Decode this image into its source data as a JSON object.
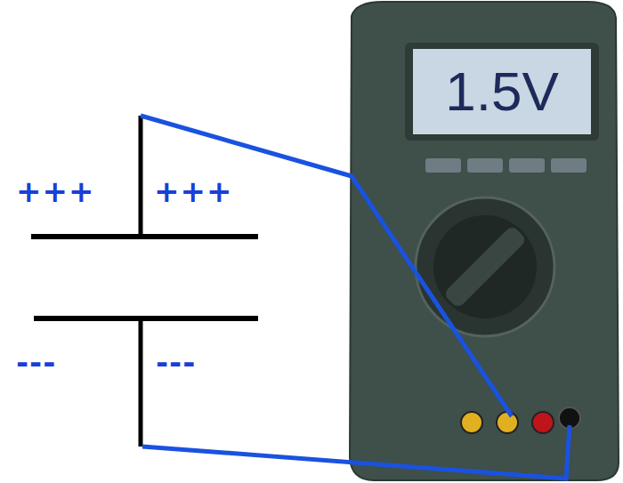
{
  "diagram": {
    "nodes": [
      {
        "text": [
          "1.5V"
        ]
      }
    ],
    "labels": [
      "+++",
      "+++",
      "---",
      "---"
    ]
  }
}
